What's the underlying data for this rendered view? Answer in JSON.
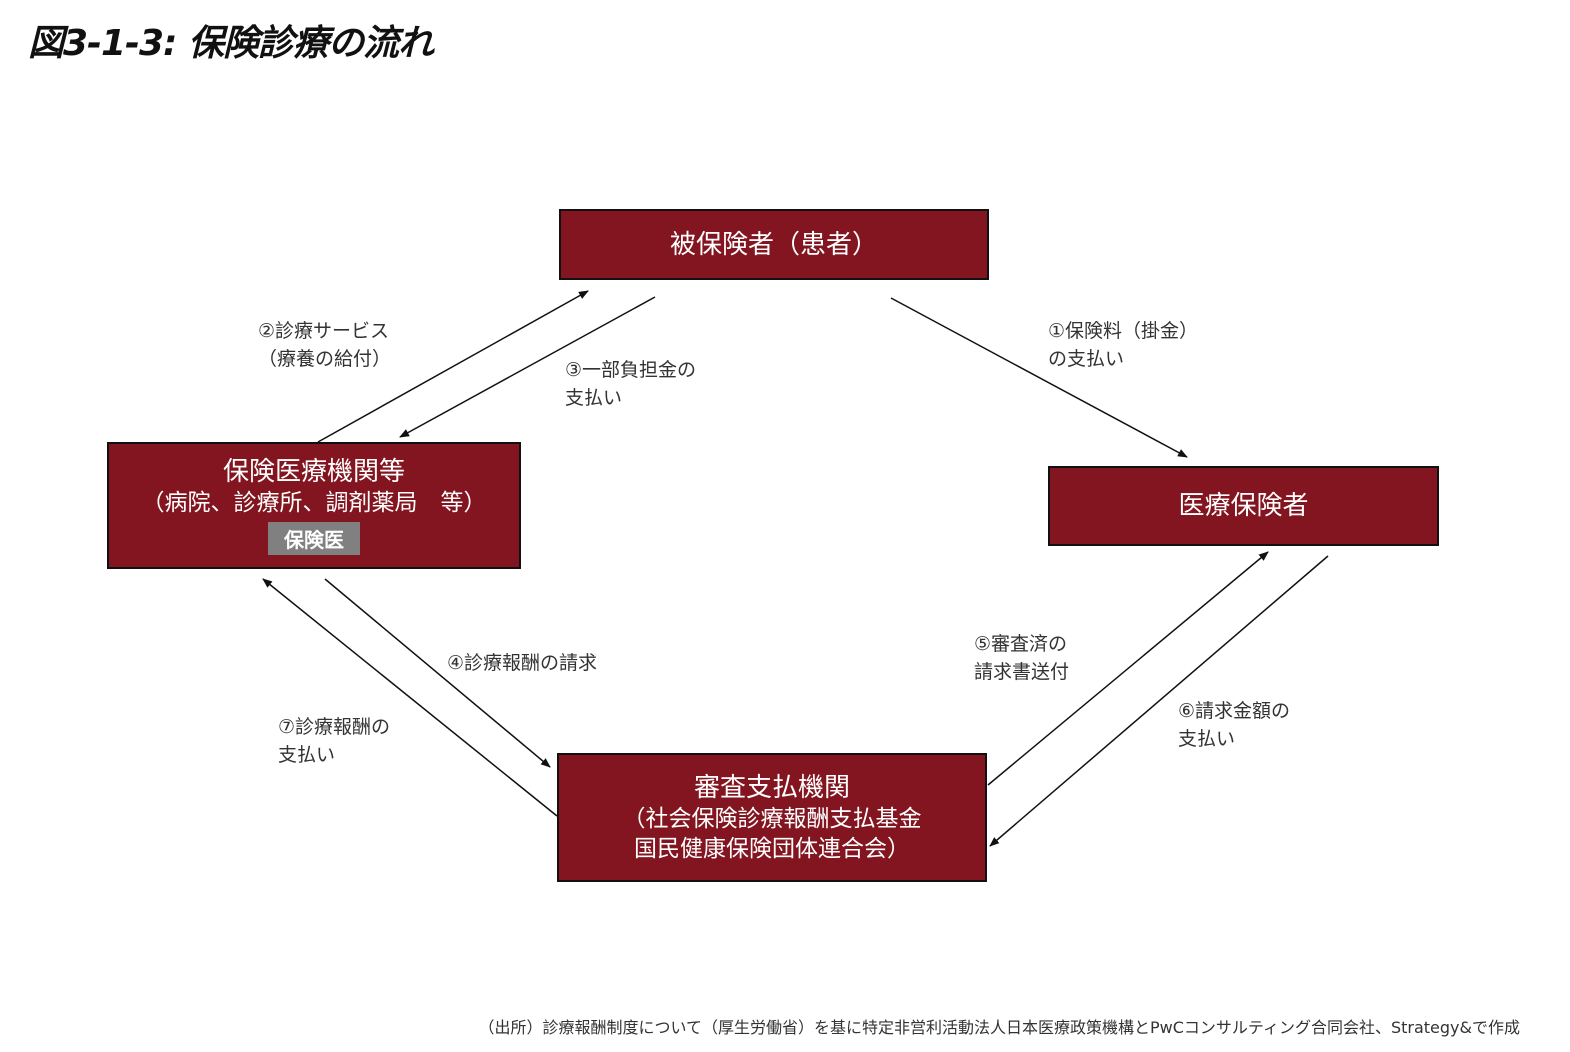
{
  "title": "図3-1-3: 保険診療の流れ",
  "nodes": {
    "patient": {
      "title": "被保険者（患者）"
    },
    "insurer": {
      "title": "医療保険者"
    },
    "provider": {
      "title": "保険医療機関等",
      "subtitle": "（病院、診療所、調剤薬局　等）",
      "badge": "保険医"
    },
    "review": {
      "title": "審査支払機関",
      "line2": "（社会保険診療報酬支払基金",
      "line3": "国民健康保険団体連合会）"
    }
  },
  "flows": {
    "f1": "①保険料（掛金）\nの支払い",
    "f2": "②診療サービス\n（療養の給付）",
    "f3": "③一部負担金の\n支払い",
    "f4": "④診療報酬の請求",
    "f5": "⑤審査済の\n請求書送付",
    "f6": "⑥請求金額の\n支払い",
    "f7": "⑦診療報酬の\n支払い"
  },
  "footer": "（出所）診療報酬制度について（厚生労働省）を基に特定非営利活動法人日本医療政策機構とPwCコンサルティング合同会社、Strategy&で作成",
  "colors": {
    "box": "#82151f",
    "badge": "#808080"
  }
}
